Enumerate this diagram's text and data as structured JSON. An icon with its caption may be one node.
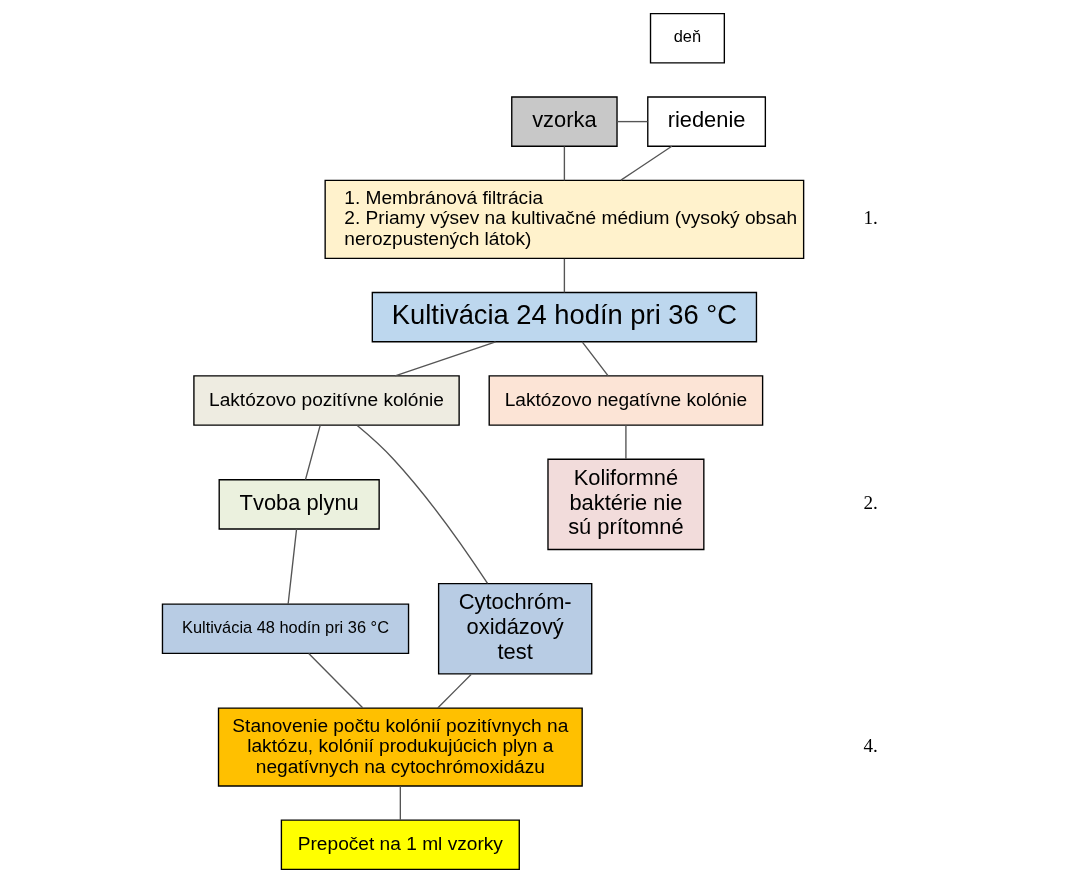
{
  "diagram": {
    "nodes": [
      {
        "text": [
          "deň"
        ]
      },
      {
        "text": [
          "vzorka"
        ]
      },
      {
        "text": [
          "riedenie"
        ]
      },
      {
        "text": [
          "1. Membránová filtrácia",
          "2. Priamy výsev na kultivačné médium (vysoký obsah nerozpustených látok)"
        ]
      },
      {
        "text": [
          "Kultivácia 24 hodín pri 36 °C"
        ]
      },
      {
        "text": [
          "Laktózovo pozitívne kolónie"
        ]
      },
      {
        "text": [
          "Laktózovo negatívne kolónie"
        ]
      },
      {
        "text": [
          "Tvoba plynu"
        ]
      },
      {
        "text": [
          "Cytochróm- oxidázový test"
        ]
      },
      {
        "text": [
          "Koliformné baktérie nie sú prítomné"
        ]
      },
      {
        "text": [
          "Kultivácia 48 hodín pri 36 °C"
        ]
      },
      {
        "text": [
          "Stanovenie počtu kolónií pozitívnych na laktózu, kolónií produkujúcich plyn a negatívnych na cytochrómoxidázu"
        ]
      },
      {
        "text": [
          "Prepočet na 1 ml vzorky"
        ]
      }
    ],
    "edges": [
      {
        "from": 1,
        "to": 2,
        "arrow": "none"
      },
      {
        "from": 1,
        "to": 3,
        "arrow": "none"
      },
      {
        "from": 2,
        "to": 3,
        "arrow": "none"
      },
      {
        "from": 3,
        "to": 4,
        "arrow": "none"
      },
      {
        "from": 4,
        "to": 5,
        "arrow": "none"
      },
      {
        "from": 4,
        "to": 6,
        "arrow": "none"
      },
      {
        "from": 5,
        "to": 7,
        "arrow": "none"
      },
      {
        "from": 5,
        "to": 8,
        "arrow": "none"
      },
      {
        "from": 6,
        "to": 9,
        "arrow": "none"
      },
      {
        "from": 7,
        "to": 10,
        "arrow": "none"
      },
      {
        "from": 8,
        "to": 11,
        "arrow": "none"
      },
      {
        "from": 10,
        "to": 11,
        "arrow": "none"
      },
      {
        "from": 11,
        "to": 12,
        "arrow": "none"
      }
    ],
    "labels": [
      "1.",
      "2.",
      "4."
    ]
  }
}
